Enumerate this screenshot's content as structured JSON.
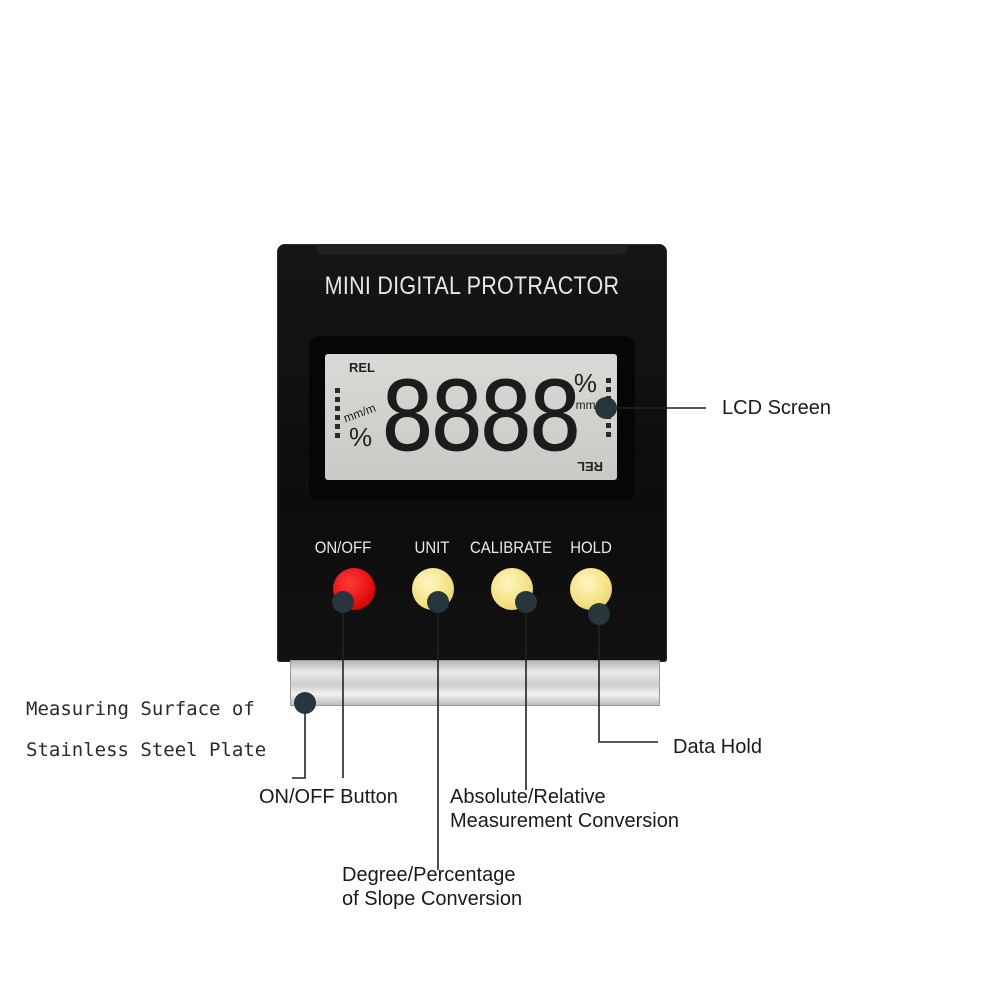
{
  "device": {
    "title": "MINI DIGITAL PROTRACTOR",
    "lcd": {
      "digits": "8888",
      "rel_top": "REL",
      "rel_bottom": "REL",
      "unit_left": "mm/m",
      "unit_right": "mm/m",
      "percent_left": "%",
      "percent_right": "%"
    },
    "buttons": [
      {
        "label": "ON/OFF",
        "color": "#e40d0d"
      },
      {
        "label": "UNIT",
        "color": "#f3e07e"
      },
      {
        "label": "CALIBRATE",
        "color": "#f3e07e"
      },
      {
        "label": "HOLD",
        "color": "#f3e07e"
      }
    ]
  },
  "callouts": {
    "lcd_screen": "LCD Screen",
    "steel_plate_line1": "Measuring Surface of",
    "steel_plate_line2": "Stainless Steel Plate",
    "on_off": "ON/OFF Button",
    "abs_rel_line1": "Absolute/Relative",
    "abs_rel_line2": "Measurement Conversion",
    "data_hold": "Data Hold",
    "degree_line1": "Degree/Percentage",
    "degree_line2": "of Slope Conversion"
  },
  "colors": {
    "callout_dot": "#27353c",
    "callout_line": "#222222"
  }
}
